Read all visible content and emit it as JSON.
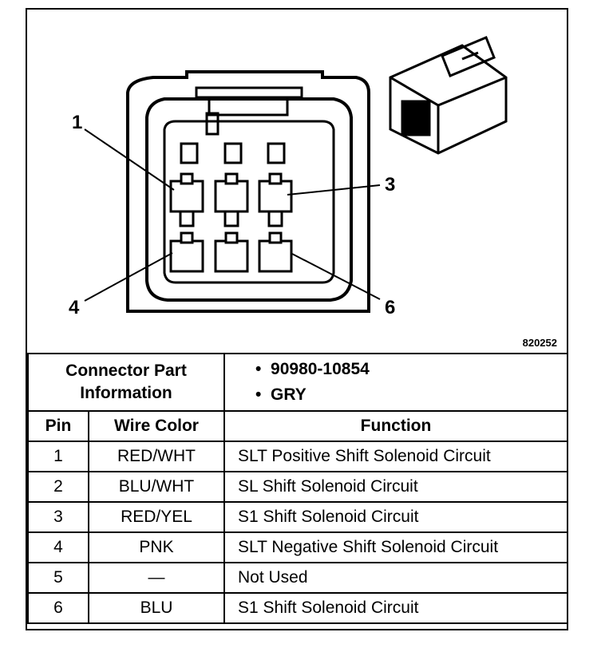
{
  "figure": {
    "id": "820252",
    "callouts": [
      "1",
      "3",
      "4",
      "6"
    ]
  },
  "connector_info": {
    "label_line1": "Connector Part",
    "label_line2": "Information",
    "part_number": "90980-10854",
    "color": "GRY"
  },
  "table": {
    "headers": [
      "Pin",
      "Wire Color",
      "Function"
    ],
    "rows": [
      {
        "pin": "1",
        "wire": "RED/WHT",
        "function": "SLT Positive Shift Solenoid Circuit"
      },
      {
        "pin": "2",
        "wire": "BLU/WHT",
        "function": "SL Shift Solenoid Circuit"
      },
      {
        "pin": "3",
        "wire": "RED/YEL",
        "function": "S1 Shift Solenoid Circuit"
      },
      {
        "pin": "4",
        "wire": "PNK",
        "function": "SLT Negative Shift Solenoid Circuit"
      },
      {
        "pin": "5",
        "wire": "—",
        "function": "Not Used"
      },
      {
        "pin": "6",
        "wire": "BLU",
        "function": "S1 Shift Solenoid Circuit"
      }
    ]
  }
}
